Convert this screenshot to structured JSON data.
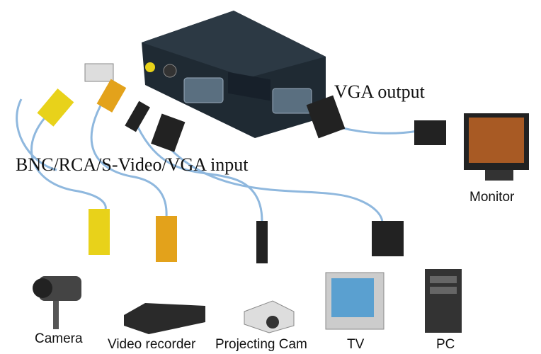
{
  "labels": {
    "vga_output": "VGA output",
    "input": "BNC/RCA/S-Video/VGA input",
    "monitor": "Monitor"
  },
  "devices": [
    {
      "label": "Camera",
      "icon": "camera-icon"
    },
    {
      "label": "Video recorder",
      "icon": "video-recorder-icon"
    },
    {
      "label": "Projecting Cam",
      "icon": "projector-icon"
    },
    {
      "label": "TV",
      "icon": "tv-icon"
    },
    {
      "label": "PC",
      "icon": "pc-icon"
    }
  ],
  "colors": {
    "box": "#1f2a33",
    "cable": "#8fb8de",
    "bnc": "#e8d21a",
    "rca": "#e3a21b"
  }
}
